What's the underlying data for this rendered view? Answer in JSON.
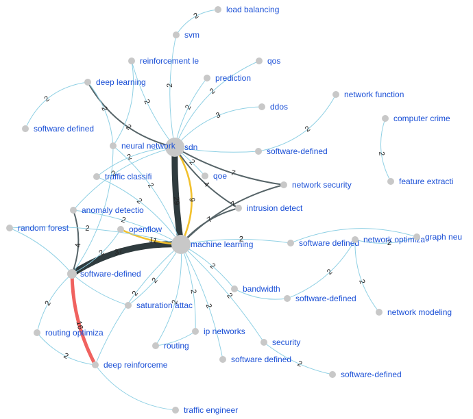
{
  "colors": {
    "node": "#c8c8c8",
    "label": "#1a4fd6",
    "thin_edge": "#8fd0e4",
    "dark_edge": "#566468",
    "darkest_edge": "#2f3b3e",
    "yellow_edge": "#f2c12e",
    "teal_edge": "#11b09d",
    "red_edge": "#f0625f"
  },
  "nodes": [
    {
      "id": "sdn",
      "label": "sdn",
      "major": true
    },
    {
      "id": "ml",
      "label": "machine learning",
      "major": true
    },
    {
      "id": "sdf",
      "label": "software-defined",
      "major": false
    },
    {
      "id": "nn",
      "label": "neural network",
      "major": false
    },
    {
      "id": "lb",
      "label": "load balancing",
      "major": false
    },
    {
      "id": "svm",
      "label": "svm",
      "major": false
    },
    {
      "id": "rl",
      "label": "reinforcement le",
      "major": false
    },
    {
      "id": "qos",
      "label": "qos",
      "major": false
    },
    {
      "id": "dl",
      "label": "deep learning",
      "major": false
    },
    {
      "id": "pred",
      "label": "prediction",
      "major": false
    },
    {
      "id": "ddos",
      "label": "ddos",
      "major": false
    },
    {
      "id": "nf",
      "label": "network function",
      "major": false
    },
    {
      "id": "cc",
      "label": "computer crime",
      "major": false
    },
    {
      "id": "sd1",
      "label": "software defined",
      "major": false
    },
    {
      "id": "sdh",
      "label": "software-defined",
      "major": false
    },
    {
      "id": "tc",
      "label": "traffic classifi",
      "major": false
    },
    {
      "id": "qoe",
      "label": "qoe",
      "major": false
    },
    {
      "id": "ns",
      "label": "network security",
      "major": false
    },
    {
      "id": "fe",
      "label": "feature extracti",
      "major": false
    },
    {
      "id": "ad",
      "label": "anomaly detectio",
      "major": false
    },
    {
      "id": "id",
      "label": "intrusion detect",
      "major": false
    },
    {
      "id": "rf",
      "label": "random forest",
      "major": false
    },
    {
      "id": "of",
      "label": "openflow",
      "major": false
    },
    {
      "id": "sd2",
      "label": "software defined",
      "major": false
    },
    {
      "id": "no",
      "label": "network optimiza",
      "major": false
    },
    {
      "id": "gn",
      "label": "graph neu",
      "major": false
    },
    {
      "id": "bw",
      "label": "bandwidth",
      "major": false
    },
    {
      "id": "sd3",
      "label": "software-defined",
      "major": false
    },
    {
      "id": "sa",
      "label": "saturation attac",
      "major": false
    },
    {
      "id": "nm",
      "label": "network modeling",
      "major": false
    },
    {
      "id": "ro",
      "label": "routing optimiza",
      "major": false
    },
    {
      "id": "ipn",
      "label": "ip networks",
      "major": false
    },
    {
      "id": "sec",
      "label": "security",
      "major": false
    },
    {
      "id": "rt",
      "label": "routing",
      "major": false
    },
    {
      "id": "sd4",
      "label": "software defined",
      "major": false
    },
    {
      "id": "sd5",
      "label": "software-defined",
      "major": false
    },
    {
      "id": "dr",
      "label": "deep reinforceme",
      "major": false
    },
    {
      "id": "te",
      "label": "traffic engineer",
      "major": false
    }
  ],
  "edges": [
    {
      "s": "sdn",
      "t": "ml",
      "w": "29"
    },
    {
      "s": "ml",
      "t": "sdf",
      "w": "37"
    },
    {
      "s": "sdf",
      "t": "dr",
      "w": "16"
    },
    {
      "s": "sdn",
      "t": "ml",
      "w": "9"
    },
    {
      "s": "of",
      "t": "ml",
      "w": "11"
    },
    {
      "s": "sdn",
      "t": "ns",
      "w": "7"
    },
    {
      "s": "ml",
      "t": "ns",
      "w": "7"
    },
    {
      "s": "sdn",
      "t": "id",
      "w": "4"
    },
    {
      "s": "ml",
      "t": "id",
      "w": "7"
    },
    {
      "s": "dl",
      "t": "sdn",
      "w": "2"
    },
    {
      "s": "ad",
      "t": "sdf",
      "w": "4"
    },
    {
      "s": "sdn",
      "t": "ddos",
      "w": "3"
    },
    {
      "s": "sdn",
      "t": "svm",
      "w": "2"
    },
    {
      "s": "sdn",
      "t": "rl",
      "w": "2"
    },
    {
      "s": "sdn",
      "t": "pred",
      "w": "2"
    },
    {
      "s": "sdn",
      "t": "qos",
      "w": "2"
    },
    {
      "s": "sdn",
      "t": "sdh",
      "w": ""
    },
    {
      "s": "sdn",
      "t": "tc",
      "w": "2"
    },
    {
      "s": "sdn",
      "t": "qoe",
      "w": "2"
    },
    {
      "s": "sdn",
      "t": "ad",
      "w": "2"
    },
    {
      "s": "svm",
      "t": "lb",
      "w": "2"
    },
    {
      "s": "dl",
      "t": "sd1",
      "w": "2"
    },
    {
      "s": "sdh",
      "t": "nf",
      "w": "2"
    },
    {
      "s": "cc",
      "t": "fe",
      "w": "2"
    },
    {
      "s": "ml",
      "t": "sd2",
      "w": "2"
    },
    {
      "s": "ml",
      "t": "bw",
      "w": "2"
    },
    {
      "s": "ml",
      "t": "sa",
      "w": "2"
    },
    {
      "s": "ml",
      "t": "ipn",
      "w": "2"
    },
    {
      "s": "ml",
      "t": "rt",
      "w": "2"
    },
    {
      "s": "ml",
      "t": "sd4",
      "w": "2"
    },
    {
      "s": "ml",
      "t": "sec",
      "w": "2"
    },
    {
      "s": "ml",
      "t": "rf",
      "w": "2"
    },
    {
      "s": "ml",
      "t": "ad",
      "w": "2"
    },
    {
      "s": "ml",
      "t": "tc",
      "w": "2"
    },
    {
      "s": "ml",
      "t": "nn",
      "w": "2"
    },
    {
      "s": "sdf",
      "t": "rf",
      "w": ""
    },
    {
      "s": "sdf",
      "t": "sa",
      "w": ""
    },
    {
      "s": "sdf",
      "t": "of",
      "w": "2"
    },
    {
      "s": "sdf",
      "t": "nn",
      "w": ""
    },
    {
      "s": "sdf",
      "t": "ro",
      "w": "2"
    },
    {
      "s": "ro",
      "t": "dr",
      "w": "2"
    },
    {
      "s": "dr",
      "t": "te",
      "w": ""
    },
    {
      "s": "dr",
      "t": "ml",
      "w": "2"
    },
    {
      "s": "no",
      "t": "gn",
      "w": "2"
    },
    {
      "s": "no",
      "t": "nm",
      "w": "2"
    },
    {
      "s": "sd2",
      "t": "gn",
      "w": ""
    },
    {
      "s": "sd3",
      "t": "no",
      "w": "2"
    },
    {
      "s": "sec",
      "t": "sd5",
      "w": "2"
    },
    {
      "s": "bw",
      "t": "sd3",
      "w": ""
    },
    {
      "s": "ipn",
      "t": "rt",
      "w": ""
    },
    {
      "s": "nn",
      "t": "rl",
      "w": ""
    },
    {
      "s": "nn",
      "t": "dl",
      "w": "2"
    }
  ]
}
